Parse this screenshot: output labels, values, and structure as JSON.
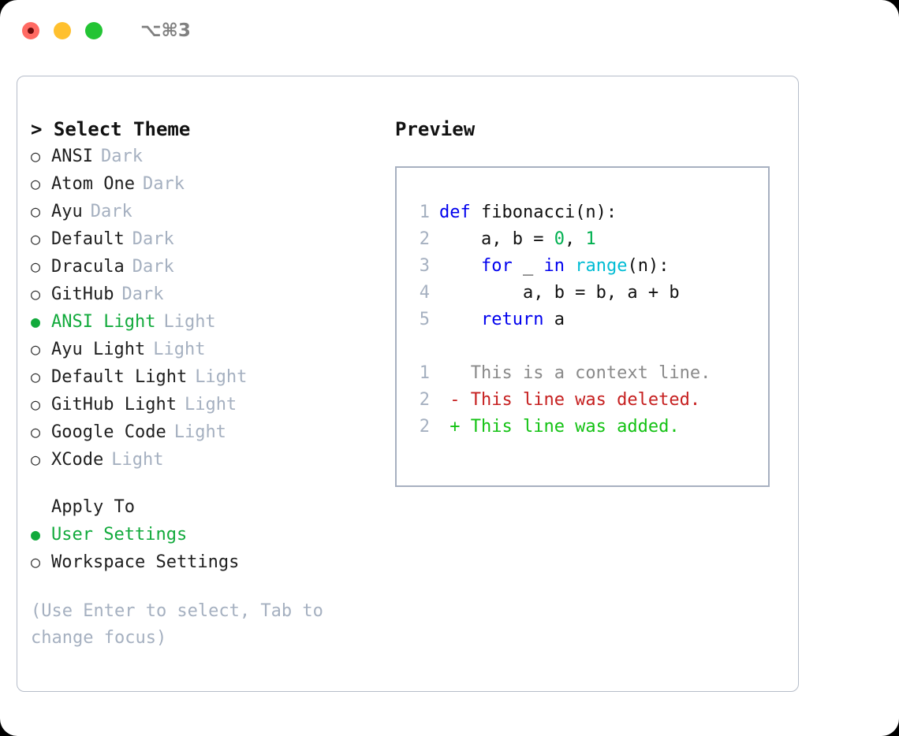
{
  "titlebar": {
    "lights": [
      {
        "name": "close",
        "color": "#ff6a63"
      },
      {
        "name": "minimize",
        "color": "#ffc02e"
      },
      {
        "name": "zoom",
        "color": "#23c434"
      }
    ],
    "shortcut": "⌥⌘3"
  },
  "theme_panel": {
    "heading": "> Select Theme",
    "selected_theme": "ANSI Light",
    "selected_color": "#12aa3c",
    "marker_selected": "●",
    "marker_unselected": "○",
    "themes": [
      {
        "name": "ANSI",
        "tag": "Dark",
        "selected": false
      },
      {
        "name": "Atom One",
        "tag": "Dark",
        "selected": false
      },
      {
        "name": "Ayu",
        "tag": "Dark",
        "selected": false
      },
      {
        "name": "Default",
        "tag": "Dark",
        "selected": false
      },
      {
        "name": "Dracula",
        "tag": "Dark",
        "selected": false
      },
      {
        "name": "GitHub",
        "tag": "Dark",
        "selected": false
      },
      {
        "name": "ANSI Light",
        "tag": "Light",
        "selected": true
      },
      {
        "name": "Ayu Light",
        "tag": "Light",
        "selected": false
      },
      {
        "name": "Default Light",
        "tag": "Light",
        "selected": false
      },
      {
        "name": "GitHub Light",
        "tag": "Light",
        "selected": false
      },
      {
        "name": "Google Code",
        "tag": "Light",
        "selected": false
      },
      {
        "name": "XCode",
        "tag": "Light",
        "selected": false
      }
    ]
  },
  "apply_to": {
    "heading": "Apply To",
    "options": [
      {
        "label": "User Settings",
        "selected": true
      },
      {
        "label": "Workspace Settings",
        "selected": false
      }
    ]
  },
  "hint": "(Use Enter to select, Tab to change focus)",
  "preview": {
    "heading": "Preview",
    "code_lines": [
      {
        "ln": "1",
        "tokens": [
          {
            "t": "def ",
            "c": "kw"
          },
          {
            "t": "fibonacci(n):",
            "c": "id"
          }
        ]
      },
      {
        "ln": "2",
        "tokens": [
          {
            "t": "    a, b = ",
            "c": "id"
          },
          {
            "t": "0",
            "c": "num"
          },
          {
            "t": ", ",
            "c": "id"
          },
          {
            "t": "1",
            "c": "num"
          }
        ]
      },
      {
        "ln": "3",
        "tokens": [
          {
            "t": "    ",
            "c": "id"
          },
          {
            "t": "for",
            "c": "kw"
          },
          {
            "t": " _ ",
            "c": "id"
          },
          {
            "t": "in",
            "c": "kw"
          },
          {
            "t": " ",
            "c": "id"
          },
          {
            "t": "range",
            "c": "bi"
          },
          {
            "t": "(n):",
            "c": "id"
          }
        ]
      },
      {
        "ln": "4",
        "tokens": [
          {
            "t": "        a, b = b, a + b",
            "c": "id"
          }
        ]
      },
      {
        "ln": "5",
        "tokens": [
          {
            "t": "    ",
            "c": "id"
          },
          {
            "t": "return",
            "c": "kw"
          },
          {
            "t": " a",
            "c": "id"
          }
        ]
      }
    ],
    "diff_lines": [
      {
        "ln": "1",
        "sign": " ",
        "text": "This is a context line.",
        "kind": "ctx"
      },
      {
        "ln": "2",
        "sign": "-",
        "text": "This line was deleted.",
        "kind": "del"
      },
      {
        "ln": "2",
        "sign": "+",
        "text": "This line was added.",
        "kind": "add"
      }
    ]
  }
}
